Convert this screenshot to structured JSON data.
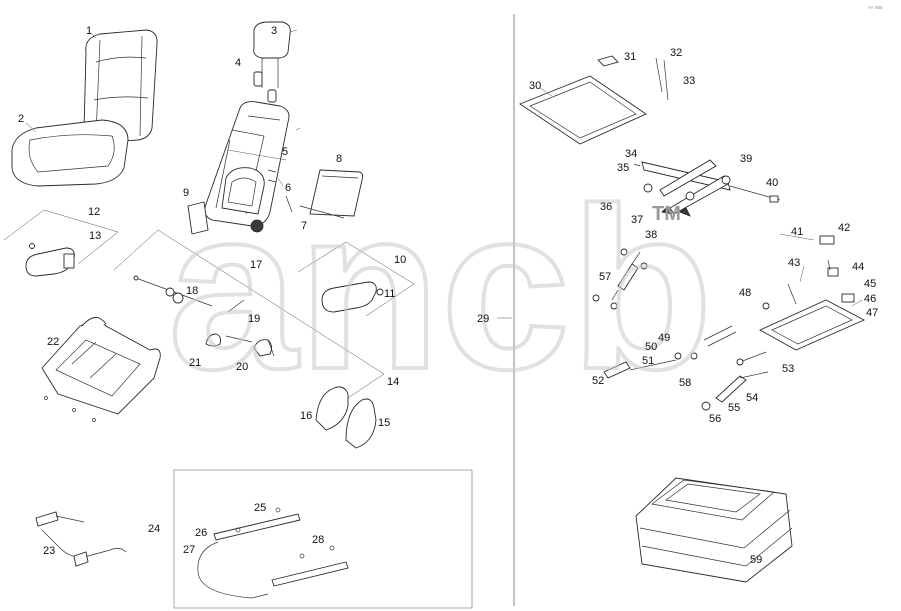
{
  "diagram": {
    "callouts": [
      "1",
      "2",
      "3",
      "4",
      "5",
      "6",
      "7",
      "8",
      "9",
      "10",
      "11",
      "12",
      "13",
      "14",
      "15",
      "16",
      "17",
      "18",
      "19",
      "20",
      "21",
      "22",
      "23",
      "24",
      "25",
      "26",
      "27",
      "28",
      "29",
      "30",
      "31",
      "32",
      "33",
      "34",
      "35",
      "36",
      "37",
      "38",
      "39",
      "40",
      "41",
      "42",
      "43",
      "44",
      "45",
      "46",
      "47",
      "48",
      "49",
      "50",
      "51",
      "52",
      "53",
      "54",
      "55",
      "56",
      "57",
      "58",
      "59"
    ],
    "watermark": "ancb",
    "trademark": "TM",
    "corner_mark": "«» sss"
  }
}
